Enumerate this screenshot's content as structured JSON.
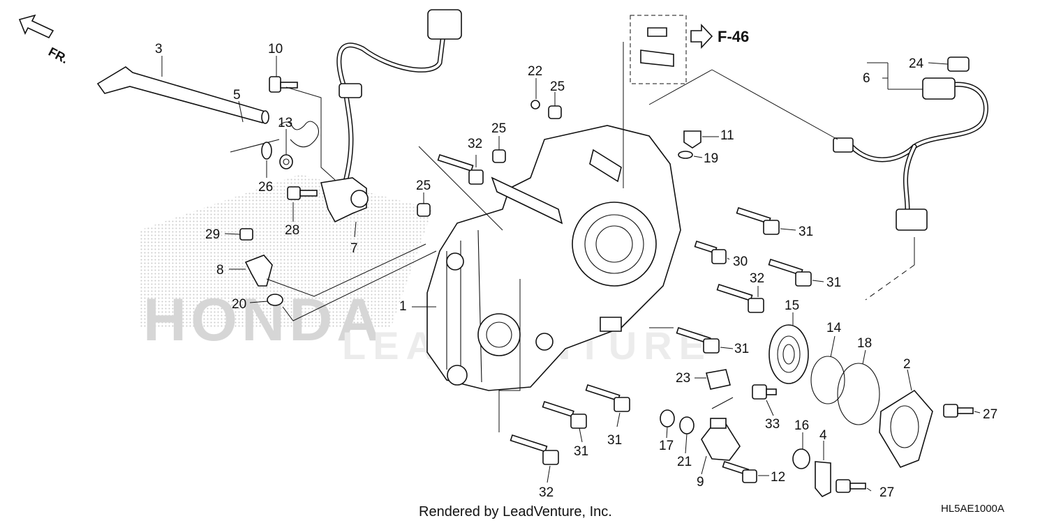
{
  "direction_label": "FR.",
  "reference_label": "F-46",
  "watermark_brand": "HONDA",
  "watermark_dealer": "LEADVENTURE",
  "footer_text": "Rendered by LeadVenture, Inc.",
  "diagram_code": "HL5AE1000A",
  "callouts": [
    {
      "id": "c1",
      "label": "1"
    },
    {
      "id": "c2",
      "label": "2"
    },
    {
      "id": "c3",
      "label": "3"
    },
    {
      "id": "c4",
      "label": "4"
    },
    {
      "id": "c5",
      "label": "5"
    },
    {
      "id": "c6",
      "label": "6"
    },
    {
      "id": "c7",
      "label": "7"
    },
    {
      "id": "c8",
      "label": "8"
    },
    {
      "id": "c9",
      "label": "9"
    },
    {
      "id": "c10",
      "label": "10"
    },
    {
      "id": "c11",
      "label": "11"
    },
    {
      "id": "c12",
      "label": "12"
    },
    {
      "id": "c13",
      "label": "13"
    },
    {
      "id": "c14",
      "label": "14"
    },
    {
      "id": "c15",
      "label": "15"
    },
    {
      "id": "c16",
      "label": "16"
    },
    {
      "id": "c17",
      "label": "17"
    },
    {
      "id": "c18",
      "label": "18"
    },
    {
      "id": "c19",
      "label": "19"
    },
    {
      "id": "c20",
      "label": "20"
    },
    {
      "id": "c21",
      "label": "21"
    },
    {
      "id": "c22",
      "label": "22"
    },
    {
      "id": "c23",
      "label": "23"
    },
    {
      "id": "c24",
      "label": "24"
    },
    {
      "id": "c25a",
      "label": "25"
    },
    {
      "id": "c25b",
      "label": "25"
    },
    {
      "id": "c25c",
      "label": "25"
    },
    {
      "id": "c26",
      "label": "26"
    },
    {
      "id": "c27a",
      "label": "27"
    },
    {
      "id": "c27b",
      "label": "27"
    },
    {
      "id": "c28",
      "label": "28"
    },
    {
      "id": "c29",
      "label": "29"
    },
    {
      "id": "c30",
      "label": "30"
    },
    {
      "id": "c31a",
      "label": "31"
    },
    {
      "id": "c31b",
      "label": "31"
    },
    {
      "id": "c31c",
      "label": "31"
    },
    {
      "id": "c31d",
      "label": "31"
    },
    {
      "id": "c31e",
      "label": "31"
    },
    {
      "id": "c32a",
      "label": "32"
    },
    {
      "id": "c32b",
      "label": "32"
    },
    {
      "id": "c32c",
      "label": "32"
    },
    {
      "id": "c33",
      "label": "33"
    }
  ]
}
